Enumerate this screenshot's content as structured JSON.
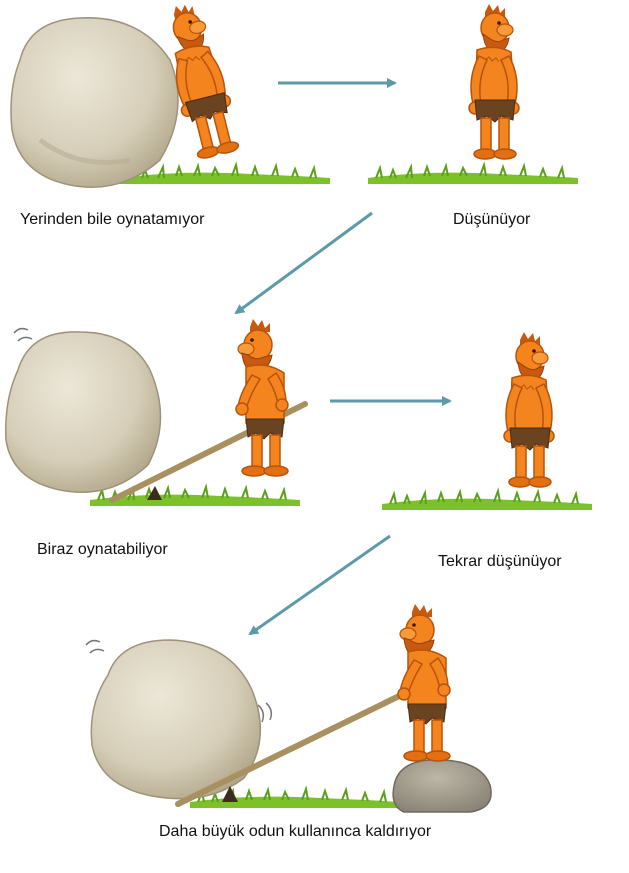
{
  "captions": {
    "step1": "Yerinden bile oynatamıyor",
    "step2": "Düşünüyor",
    "step3": "Biraz oynatabiliyor",
    "step4": "Tekrar düşünüyor",
    "step5": "Daha büyük odun kullanınca kaldırıyor"
  },
  "colors": {
    "caveman_body": "#f4841e",
    "caveman_outline": "#b8530a",
    "caveman_hair": "#c85a10",
    "loincloth": "#6a4320",
    "boulder": "#d9d2bf",
    "boulder_shadow": "#b9ae94",
    "lever": "#a89060",
    "grass": "#7cc02a",
    "arrow": "#5b9aa6",
    "support_rock": "#a09a8c"
  }
}
